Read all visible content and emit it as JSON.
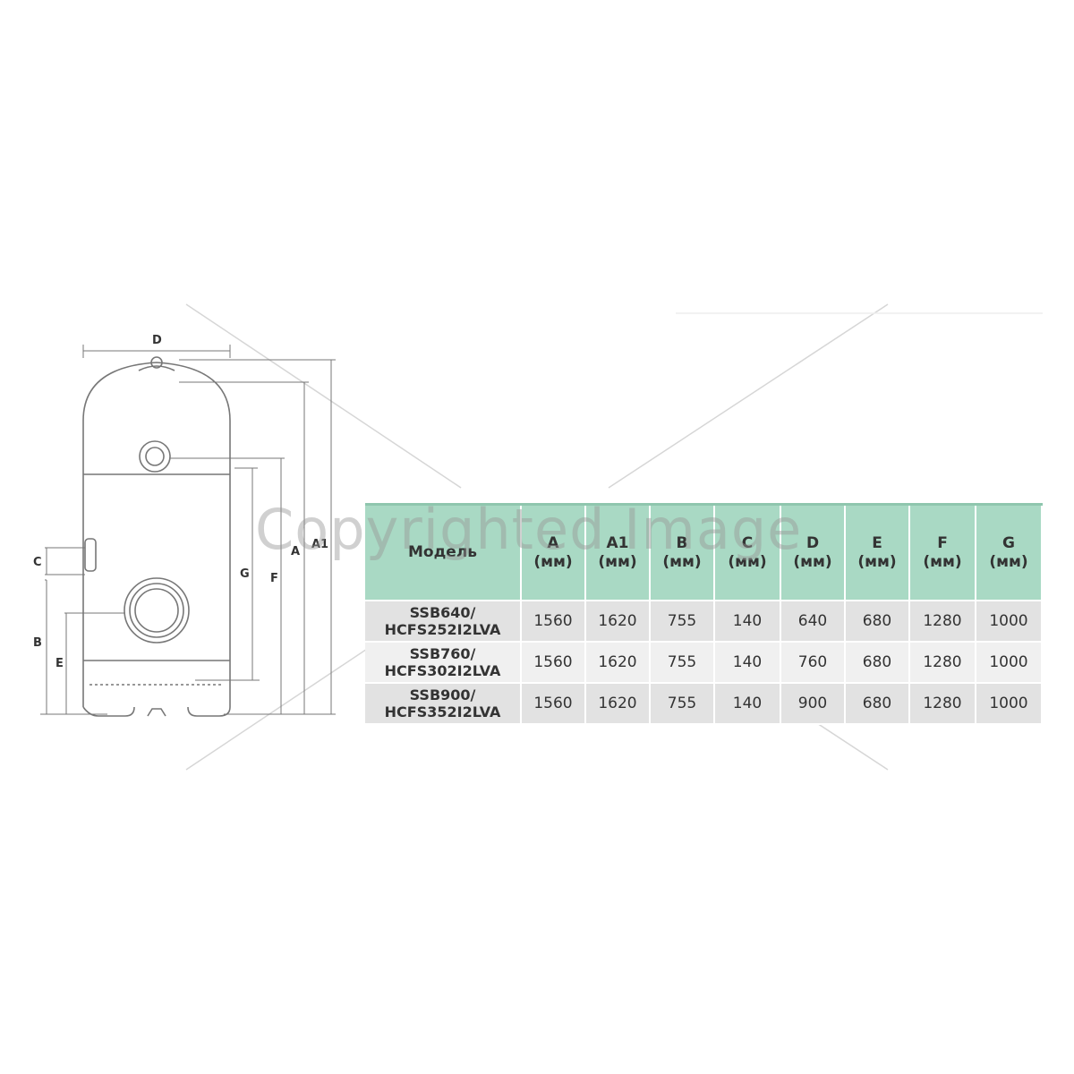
{
  "watermark": "Copyrighted Image",
  "drawing_labels": {
    "D": "D",
    "C": "C",
    "B": "B",
    "E": "E",
    "G": "G",
    "F": "F",
    "A": "A",
    "A1": "A1"
  },
  "table": {
    "headers": [
      {
        "name": "Модель",
        "unit": ""
      },
      {
        "name": "A",
        "unit": "(мм)"
      },
      {
        "name": "A1",
        "unit": "(мм)"
      },
      {
        "name": "B",
        "unit": "(мм)"
      },
      {
        "name": "C",
        "unit": "(мм)"
      },
      {
        "name": "D",
        "unit": "(мм)"
      },
      {
        "name": "E",
        "unit": "(мм)"
      },
      {
        "name": "F",
        "unit": "(мм)"
      },
      {
        "name": "G",
        "unit": "(мм)"
      }
    ],
    "rows": [
      {
        "model_line1": "SSB640/",
        "model_line2": "HCFS252I2LVA",
        "values": [
          "1560",
          "1620",
          "755",
          "140",
          "640",
          "680",
          "1280",
          "1000"
        ]
      },
      {
        "model_line1": "SSB760/",
        "model_line2": "HCFS302I2LVA",
        "values": [
          "1560",
          "1620",
          "755",
          "140",
          "760",
          "680",
          "1280",
          "1000"
        ]
      },
      {
        "model_line1": "SSB900/",
        "model_line2": "HCFS352I2LVA",
        "values": [
          "1560",
          "1620",
          "755",
          "140",
          "900",
          "680",
          "1280",
          "1000"
        ]
      }
    ]
  }
}
